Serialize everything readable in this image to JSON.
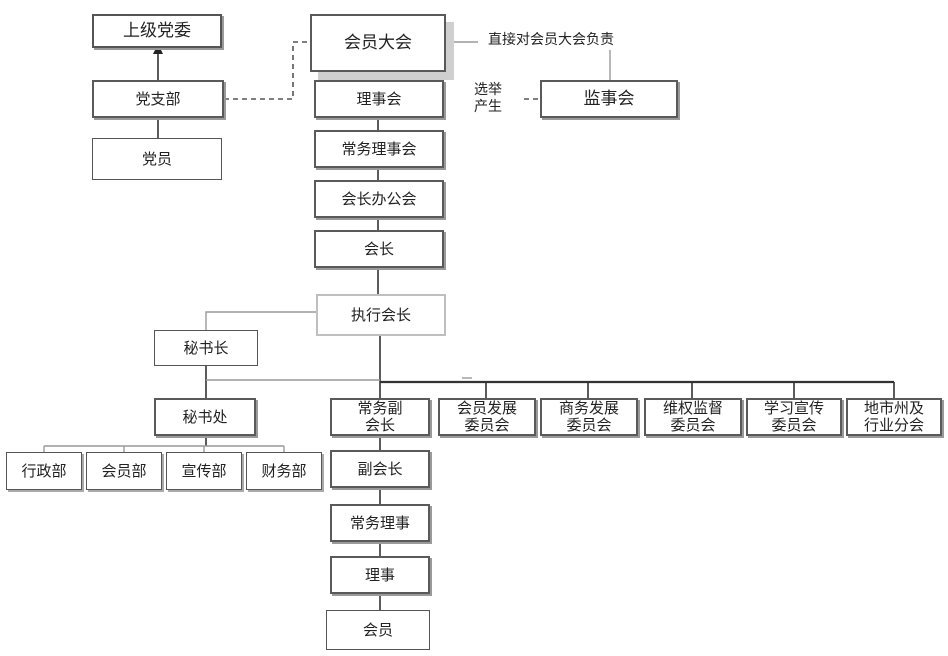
{
  "boxes": {
    "upper_committee": "上级党委",
    "party_branch": "党支部",
    "party_member": "党员",
    "general_assembly": "会员大会",
    "council": "理事会",
    "supervisory_board": "监事会",
    "standing_council": "常务理事会",
    "president_office": "会长办公会",
    "president": "会长",
    "executive_president": "执行会长",
    "secretary_general": "秘书长",
    "secretariat": "秘书处",
    "admin_dept": "行政部",
    "membership_dept": "会员部",
    "publicity_dept": "宣传部",
    "finance_dept": "财务部",
    "exec_vice_president": "常务副\n会长",
    "vice_president": "副会长",
    "standing_director": "常务理事",
    "director": "理事",
    "member": "会员",
    "member_dev_committee": "会员发展\n委员会",
    "business_dev_committee": "商务发展\n委员会",
    "rights_committee": "维权监督\n委员会",
    "study_committee": "学习宣传\n委员会",
    "regional_committee": "地市州及\n行业分会"
  },
  "annotations": {
    "assembly_note": "直接对会员大会负责",
    "election_note": "选举\n产生"
  }
}
